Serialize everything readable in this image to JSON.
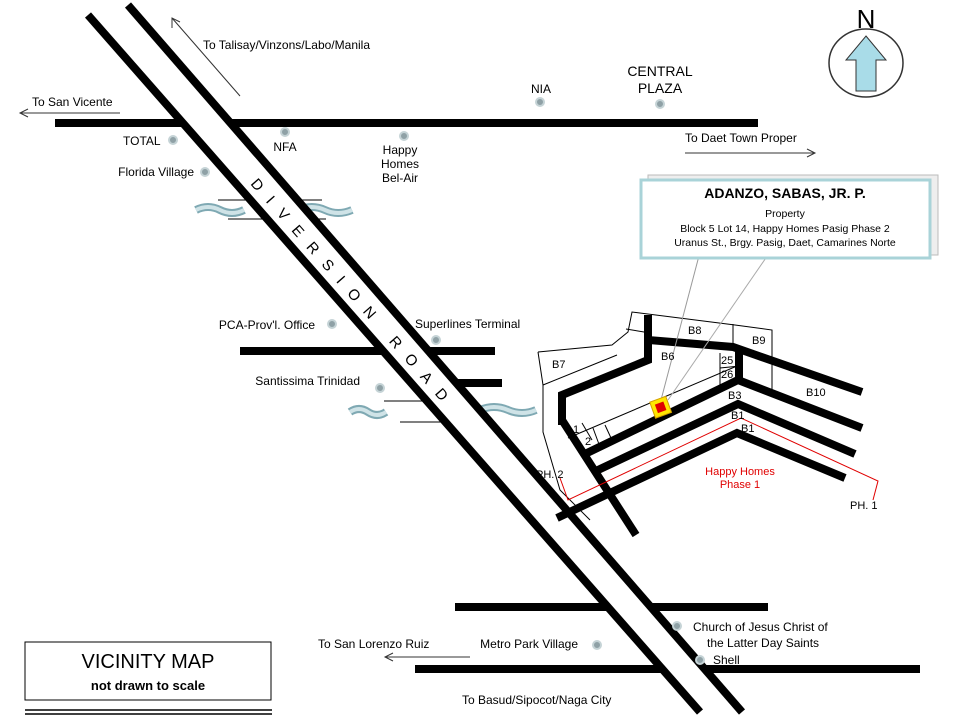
{
  "title": "VICINITY MAP",
  "subtitle": "not drawn to scale",
  "north": "N",
  "road_name": "DIVERSION ROAD",
  "callout": {
    "name": "ADANZO, SABAS, JR. P.",
    "line1": "Property",
    "line2": "Block 5 Lot 14, Happy Homes Pasig Phase 2",
    "line3": "Uranus St., Brgy. Pasig, Daet, Camarines Norte"
  },
  "directions": {
    "talisay": "To Talisay/Vinzons/Labo/Manila",
    "san_vicente": "To San Vicente",
    "daet": "To Daet Town Proper",
    "san_lorenzo": "To San Lorenzo Ruiz",
    "basud": "To Basud/Sipocot/Naga City"
  },
  "landmarks": {
    "total": "TOTAL",
    "nfa": "NFA",
    "happy_homes_1": "Happy",
    "happy_homes_2": "Homes",
    "happy_homes_3": "Bel-Air",
    "nia": "NIA",
    "central_plaza_1": "CENTRAL",
    "central_plaza_2": "PLAZA",
    "florida": "Florida Village",
    "pca": "PCA-Prov'l. Office",
    "superlines": "Superlines Terminal",
    "santissima": "Santissima Trinidad",
    "metro_park": "Metro Park Village",
    "church_1": "Church of Jesus Christ of",
    "church_2": "the Latter Day Saints",
    "shell": "Shell"
  },
  "blocks": {
    "b7": "B7",
    "b8": "B8",
    "b9": "B9",
    "b6": "B6",
    "b10": "B10",
    "b3": "B3",
    "b1a": "B1",
    "b1b": "B1",
    "lot25": "25",
    "lot26": "26",
    "lot1": "1",
    "lot2": "2",
    "ph2": "PH. 2",
    "ph1": "PH. 1",
    "phase1_1": "Happy Homes",
    "phase1_2": "Phase 1"
  },
  "colors": {
    "marker_outer": "#ffe600",
    "marker_inner": "#e00000",
    "phase_line": "#e00000",
    "river": "#9fc4cc"
  }
}
